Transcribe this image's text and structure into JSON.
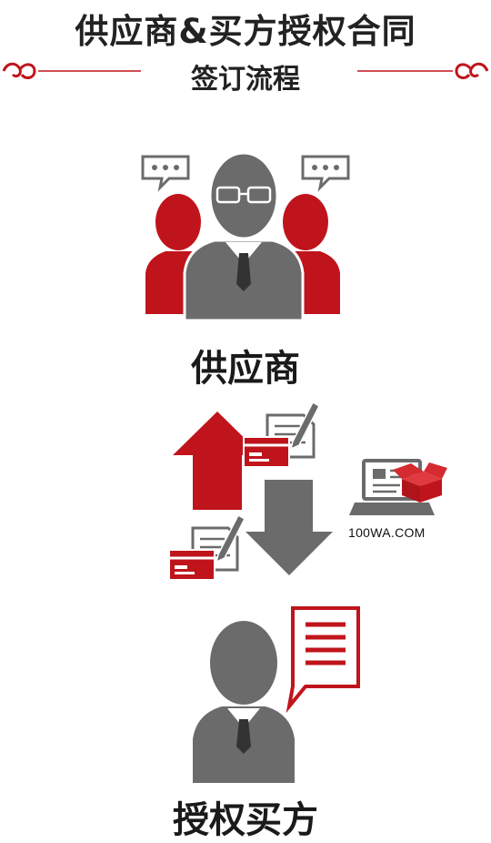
{
  "header": {
    "title": "供应商&买方授权合同",
    "subtitle": "签订流程"
  },
  "nodes": {
    "supplier_label": "供应商",
    "buyer_label": "授权买方"
  },
  "watermark": "100WA.COM",
  "colors": {
    "accent_red": "#c0141c",
    "gray": "#6b6b6b"
  },
  "icons": [
    "ornament-icon",
    "speech-bubble-icon",
    "person-icon",
    "up-arrow-icon",
    "down-arrow-icon",
    "contract-sign-icon",
    "laptop-icon",
    "box-icon",
    "document-bubble-icon"
  ]
}
